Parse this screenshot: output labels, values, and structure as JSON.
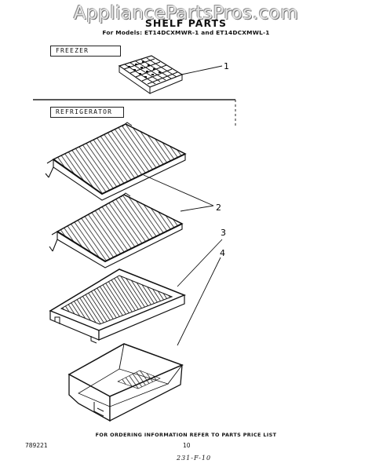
{
  "header": {
    "watermark": "AppliancePartsPros.com",
    "title": "SHELF PARTS",
    "models": "For Models: ET14DCXMWR-1 and ET14DCXMWL-1"
  },
  "sections": {
    "freezer": "FREEZER",
    "refrigerator": "REFRIGERATOR"
  },
  "callouts": [
    "1",
    "2",
    "3",
    "4"
  ],
  "parts": [
    {
      "ref": "1",
      "part": "ice-cube-tray"
    },
    {
      "ref": "2",
      "part": "wire-shelf"
    },
    {
      "ref": "2",
      "part": "wire-shelf"
    },
    {
      "ref": "3",
      "part": "crisper-cover"
    },
    {
      "ref": "4",
      "part": "crisper-pan"
    }
  ],
  "footer": {
    "ordering_info": "FOR ORDERING INFORMATION REFER TO PARTS PRICE LIST",
    "doc_number": "789221",
    "page_number": "10",
    "handwritten_note": "231-F-10"
  }
}
